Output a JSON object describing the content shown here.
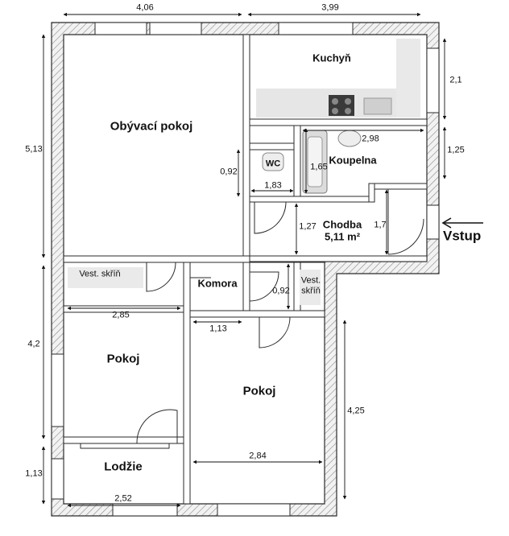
{
  "rooms": {
    "living": "Obývací pokoj",
    "kitchen": "Kuchyň",
    "wc": "WC",
    "bathroom": "Koupelna",
    "hallway": "Chodba",
    "hallway_area": "5,11 m²",
    "storage": "Komora",
    "bedroom_left": "Pokoj",
    "bedroom_right": "Pokoj",
    "loggia": "Lodžie",
    "wardrobe_left": "Vest. skříň",
    "wardrobe_right_1": "Vest.",
    "wardrobe_right_2": "skříň"
  },
  "entrance": "Vstup",
  "dimensions": {
    "top_left": "4,06",
    "top_right": "3,99",
    "left_upper": "5,13",
    "left_middle": "4,2",
    "left_lower": "1,13",
    "right_kitchen": "2,1",
    "right_bath": "1,25",
    "right_bedroom": "4,25",
    "bath_width": "2,98",
    "bath_height": "1,65",
    "wc_height": "0,92",
    "wc_width": "1,83",
    "hall_height_left": "1,27",
    "hall_height_right": "1,7",
    "wardrobe_width": "2,85",
    "storage_width": "1,13",
    "wardrobe_right_depth": "0,92",
    "bedroom_right_width": "2,84",
    "loggia_width": "2,52"
  },
  "colors": {
    "wall_outline": "#2a2a2a",
    "wall_hatch": "#8a8a8a",
    "fixture": "#cfcfcf"
  }
}
